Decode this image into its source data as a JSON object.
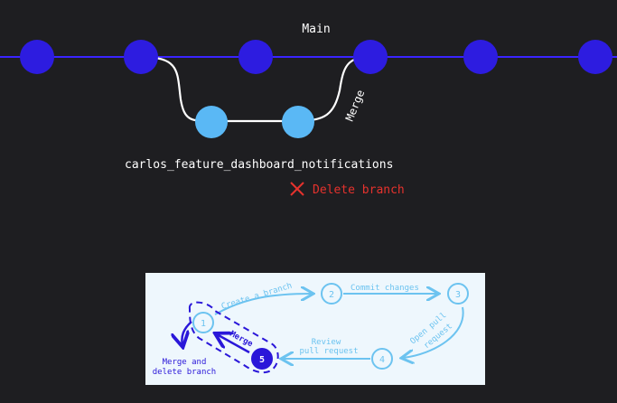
{
  "top": {
    "main_label": "Main",
    "merge_label": "Merge",
    "branch_name": "carlos_feature_dashboard_notifications",
    "delete_label": "Delete branch",
    "colors": {
      "background": "#1e1e21",
      "main_commit": "#2d1ce0",
      "branch_commit": "#5ab8f5",
      "branch_line": "#ffffff",
      "delete": "#e5322d",
      "text": "#ffffff"
    }
  },
  "flow": {
    "steps": [
      {
        "number": "1"
      },
      {
        "number": "2"
      },
      {
        "number": "3"
      },
      {
        "number": "4"
      },
      {
        "number": "5"
      }
    ],
    "labels": {
      "create_branch": "Create a branch",
      "commit_changes": "Commit changes",
      "open_pr_line1": "Open pull",
      "open_pr_line2": "request",
      "review_line1": "Review",
      "review_line2": "pull request",
      "merge": "Merge",
      "merge_delete_line1": "Merge and",
      "merge_delete_line2": "delete branch"
    },
    "colors": {
      "panel_bg": "#eef7fd",
      "light": "#6cc3f0",
      "dark": "#2a17d9"
    }
  }
}
